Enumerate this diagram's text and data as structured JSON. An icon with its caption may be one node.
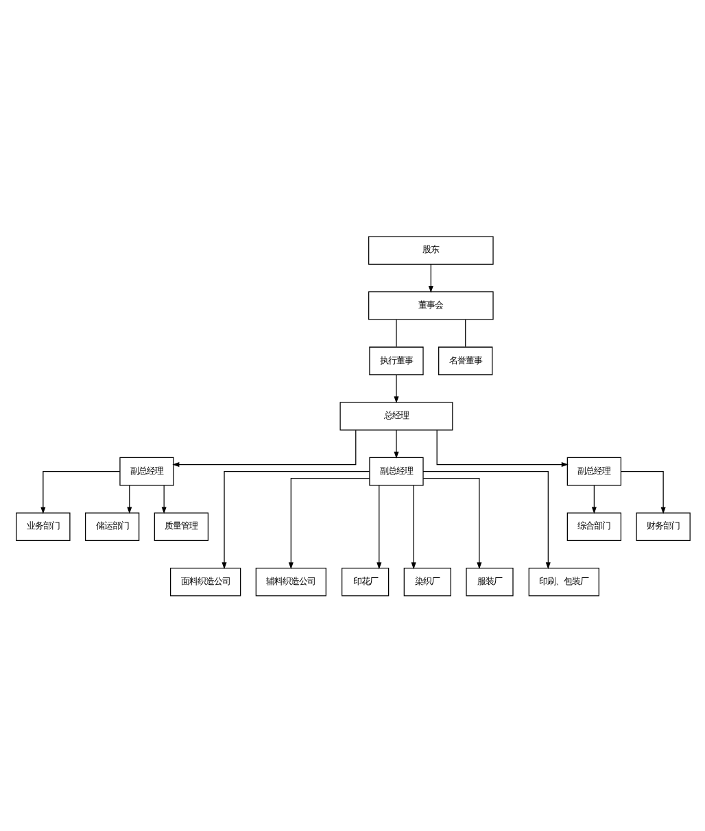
{
  "diagram": {
    "nodes": [
      {
        "text": [
          "股东"
        ]
      },
      {
        "text": [
          "董事会"
        ]
      },
      {
        "text": [
          "执行董事"
        ]
      },
      {
        "text": [
          "名誉董事"
        ]
      },
      {
        "text": [
          "总经理"
        ]
      },
      {
        "text": [
          "副总经理"
        ]
      },
      {
        "text": [
          "副总经理"
        ]
      },
      {
        "text": [
          "副总经理"
        ]
      },
      {
        "text": [
          "业务部门"
        ]
      },
      {
        "text": [
          "储运部门"
        ]
      },
      {
        "text": [
          "质量管理"
        ]
      },
      {
        "text": [
          "综合部门"
        ]
      },
      {
        "text": [
          "财务部门"
        ]
      },
      {
        "text": [
          "面料织造公司"
        ]
      },
      {
        "text": [
          "辅料织造公司"
        ]
      },
      {
        "text": [
          "印花厂"
        ]
      },
      {
        "text": [
          "染织厂"
        ]
      },
      {
        "text": [
          "服装厂"
        ]
      },
      {
        "text": [
          "印刷、包装厂"
        ]
      }
    ],
    "edges": [
      {
        "from": 0,
        "to": 1,
        "arrow": "to"
      },
      {
        "from": 1,
        "to": 2,
        "arrow": "none"
      },
      {
        "from": 1,
        "to": 3,
        "arrow": "none"
      },
      {
        "from": 2,
        "to": 4,
        "arrow": "to"
      },
      {
        "from": 4,
        "to": 5,
        "arrow": "to"
      },
      {
        "from": 4,
        "to": 6,
        "arrow": "to"
      },
      {
        "from": 4,
        "to": 7,
        "arrow": "to"
      },
      {
        "from": 5,
        "to": 8,
        "arrow": "to"
      },
      {
        "from": 5,
        "to": 9,
        "arrow": "to"
      },
      {
        "from": 5,
        "to": 10,
        "arrow": "to"
      },
      {
        "from": 7,
        "to": 11,
        "arrow": "to"
      },
      {
        "from": 7,
        "to": 12,
        "arrow": "to"
      },
      {
        "from": 6,
        "to": 13,
        "arrow": "to"
      },
      {
        "from": 6,
        "to": 14,
        "arrow": "to"
      },
      {
        "from": 6,
        "to": 15,
        "arrow": "to"
      },
      {
        "from": 6,
        "to": 16,
        "arrow": "to"
      },
      {
        "from": 6,
        "to": 17,
        "arrow": "to"
      },
      {
        "from": 6,
        "to": 18,
        "arrow": "to"
      }
    ]
  }
}
